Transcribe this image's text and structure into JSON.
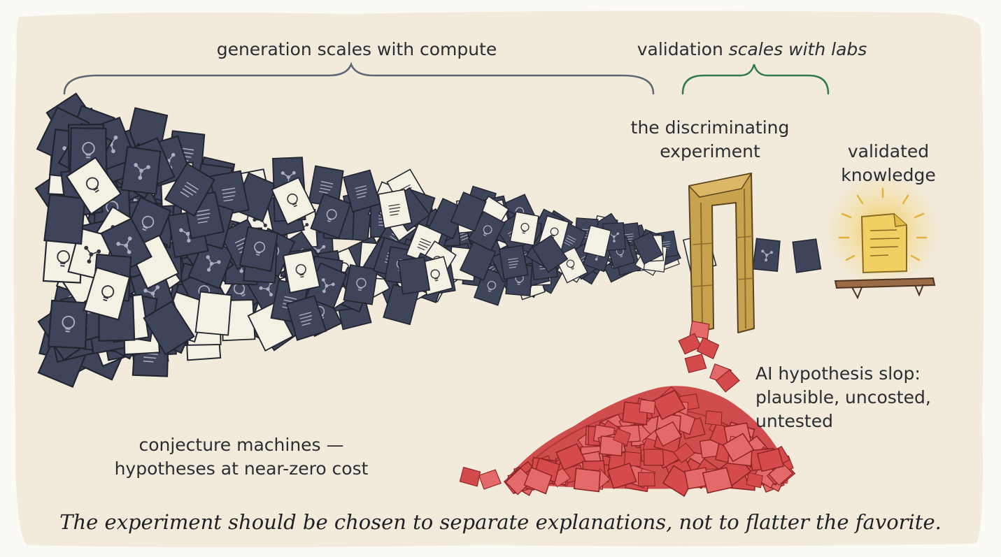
{
  "labels": {
    "generation": "generation scales with compute",
    "validation_prefix": "validation",
    "validation_italic": "scales with labs",
    "experiment_line1": "the discriminating",
    "experiment_line2": "experiment",
    "knowledge_line1": "validated",
    "knowledge_line2": "knowledge",
    "conjecture_line1": "conjecture machines —",
    "conjecture_line2": "hypotheses at near-zero cost",
    "slop_line1": "AI hypothesis slop:",
    "slop_line2": "plausible, uncosted,",
    "slop_line3": "untested"
  },
  "caption": "The experiment should be chosen to separate explanations, not to flatter the favorite.",
  "colors": {
    "paper": "#f2ebdc",
    "card_dark": "#3e4459",
    "card_light": "#f5f0e4",
    "bracket_generation": "#5f6673",
    "bracket_validation": "#2e7a4f",
    "gate": "#c9a24e",
    "slop": "#cc4040",
    "glow": "#f2c53d",
    "shelf": "#9b6b45"
  },
  "icons": [
    "lightbulb-icon",
    "network-icon",
    "text-lines-icon",
    "scribble-icon"
  ]
}
